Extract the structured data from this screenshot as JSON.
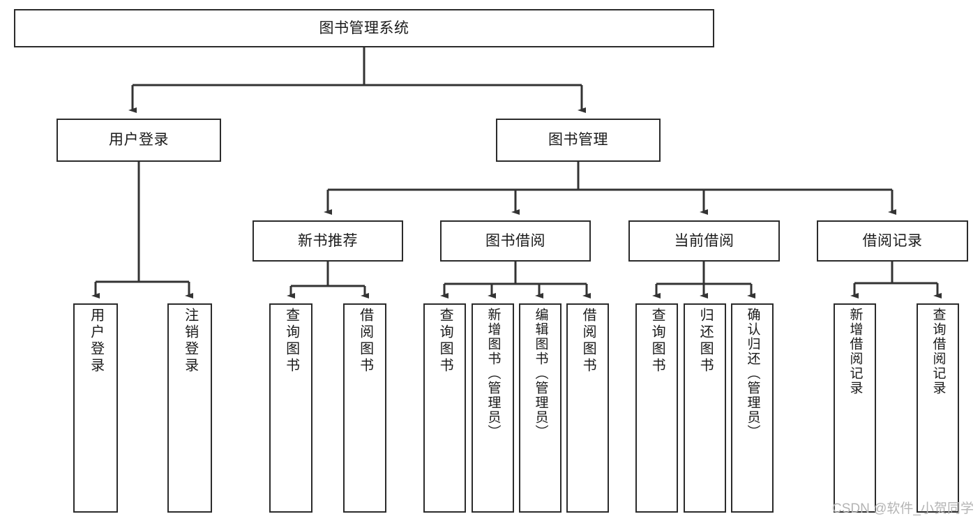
{
  "diagram": {
    "type": "tree-hierarchy-chart",
    "title": "图书管理系统",
    "orientation": "top-down",
    "colors": {
      "node_border": "#2b2b2b",
      "node_fill": "#ffffff",
      "edge": "#333333",
      "text": "#1a1a1a",
      "background": "#ffffff",
      "watermark": "#b4b4b4"
    },
    "root": {
      "id": "root",
      "label": "图书管理系统",
      "orientation": "horizontal"
    },
    "level2": [
      {
        "id": "user-login",
        "label": "用户登录",
        "orientation": "horizontal"
      },
      {
        "id": "book-manage",
        "label": "图书管理",
        "orientation": "horizontal"
      }
    ],
    "level3": [
      {
        "id": "new-book-recommend",
        "label": "新书推荐",
        "parent": "book-manage",
        "orientation": "horizontal"
      },
      {
        "id": "book-borrow",
        "label": "图书借阅",
        "parent": "book-manage",
        "orientation": "horizontal"
      },
      {
        "id": "current-borrow",
        "label": "当前借阅",
        "parent": "book-manage",
        "orientation": "horizontal"
      },
      {
        "id": "borrow-record",
        "label": "借阅记录",
        "parent": "book-manage",
        "orientation": "horizontal"
      }
    ],
    "leaves": [
      {
        "id": "leaf-user-login",
        "label": "用户登录",
        "parent": "user-login",
        "orientation": "vertical"
      },
      {
        "id": "leaf-user-logout",
        "label": "注销登录",
        "parent": "user-login",
        "orientation": "vertical"
      },
      {
        "id": "leaf-query-book-1",
        "label": "查询图书",
        "parent": "new-book-recommend",
        "orientation": "vertical"
      },
      {
        "id": "leaf-borrow-book-1",
        "label": "借阅图书",
        "parent": "new-book-recommend",
        "orientation": "vertical"
      },
      {
        "id": "leaf-query-book-2",
        "label": "查询图书",
        "parent": "book-borrow",
        "orientation": "vertical"
      },
      {
        "id": "leaf-add-book",
        "label": "新增图书（管理员）",
        "parent": "book-borrow",
        "orientation": "vertical"
      },
      {
        "id": "leaf-edit-book",
        "label": "编辑图书（管理员）",
        "parent": "book-borrow",
        "orientation": "vertical"
      },
      {
        "id": "leaf-borrow-book-2",
        "label": "借阅图书",
        "parent": "book-borrow",
        "orientation": "vertical"
      },
      {
        "id": "leaf-query-book-3",
        "label": "查询图书",
        "parent": "current-borrow",
        "orientation": "vertical"
      },
      {
        "id": "leaf-return-book",
        "label": "归还图书",
        "parent": "current-borrow",
        "orientation": "vertical"
      },
      {
        "id": "leaf-confirm-return",
        "label": "确认归还（管理员）",
        "parent": "current-borrow",
        "orientation": "vertical"
      },
      {
        "id": "leaf-add-record",
        "label": "新增借阅记录",
        "parent": "borrow-record",
        "orientation": "vertical"
      },
      {
        "id": "leaf-query-record",
        "label": "查询借阅记录",
        "parent": "borrow-record",
        "orientation": "vertical"
      }
    ],
    "watermark": "CSDN @软件_小贺同学"
  }
}
